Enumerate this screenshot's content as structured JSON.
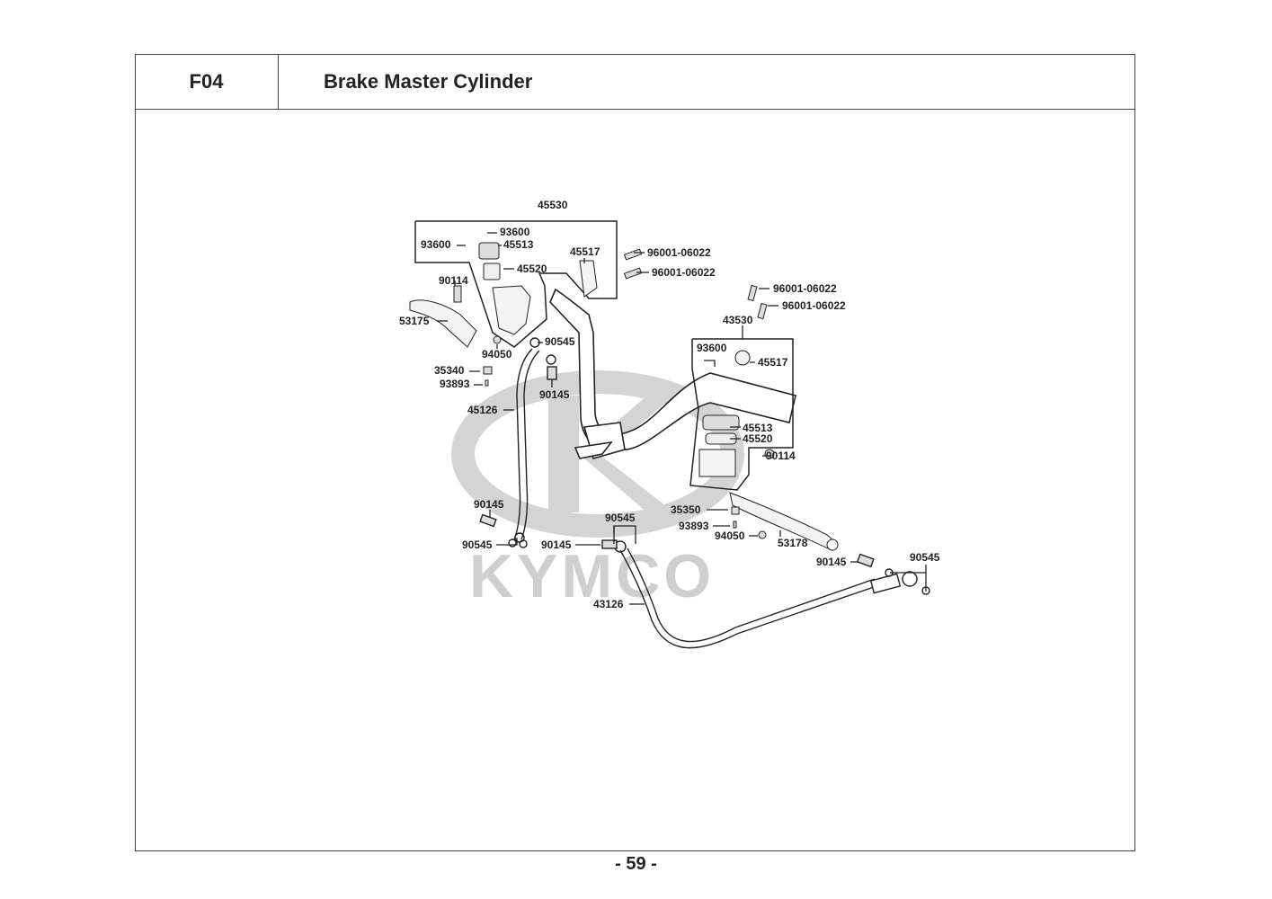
{
  "header": {
    "section_code": "F04",
    "title": "Brake Master Cylinder"
  },
  "watermark": {
    "brand": "KYMCO",
    "color": "#cfcfcf"
  },
  "footer": {
    "page_number": "- 59 -"
  },
  "assemblies": [
    {
      "id": "45530",
      "label": "45530",
      "side": "left",
      "components": [
        "93600",
        "93600",
        "45513",
        "45520",
        "45517"
      ]
    },
    {
      "id": "43530",
      "label": "43530",
      "side": "right",
      "components": [
        "93600",
        "45517",
        "45513",
        "45520",
        "90114"
      ]
    }
  ],
  "part_labels": [
    {
      "key": "l_45530",
      "text": "45530"
    },
    {
      "key": "l_93600a",
      "text": "93600"
    },
    {
      "key": "l_93600b",
      "text": "93600"
    },
    {
      "key": "l_45513a",
      "text": "45513"
    },
    {
      "key": "l_45520a",
      "text": "45520"
    },
    {
      "key": "l_45517a",
      "text": "45517"
    },
    {
      "key": "l_90114a",
      "text": "90114"
    },
    {
      "key": "l_53175",
      "text": "53175"
    },
    {
      "key": "l_94050a",
      "text": "94050"
    },
    {
      "key": "l_90545a",
      "text": "90545"
    },
    {
      "key": "l_35340",
      "text": "35340"
    },
    {
      "key": "l_93893a",
      "text": "93893"
    },
    {
      "key": "l_90145a",
      "text": "90145"
    },
    {
      "key": "l_45126",
      "text": "45126"
    },
    {
      "key": "l_96001a",
      "text": "96001-06022"
    },
    {
      "key": "l_96001b",
      "text": "96001-06022"
    },
    {
      "key": "l_96001c",
      "text": "96001-06022"
    },
    {
      "key": "l_96001d",
      "text": "96001-06022"
    },
    {
      "key": "l_43530",
      "text": "43530"
    },
    {
      "key": "l_93600c",
      "text": "93600"
    },
    {
      "key": "l_45517b",
      "text": "45517"
    },
    {
      "key": "l_45513b",
      "text": "45513"
    },
    {
      "key": "l_45520b",
      "text": "45520"
    },
    {
      "key": "l_90114b",
      "text": "90114"
    },
    {
      "key": "l_90145b",
      "text": "90145"
    },
    {
      "key": "l_90545b",
      "text": "90545"
    },
    {
      "key": "l_90545c",
      "text": "90545"
    },
    {
      "key": "l_90145c",
      "text": "90145"
    },
    {
      "key": "l_43126",
      "text": "43126"
    },
    {
      "key": "l_35350",
      "text": "35350"
    },
    {
      "key": "l_93893b",
      "text": "93893"
    },
    {
      "key": "l_94050b",
      "text": "94050"
    },
    {
      "key": "l_53178",
      "text": "53178"
    },
    {
      "key": "l_90145d",
      "text": "90145"
    },
    {
      "key": "l_90545d",
      "text": "90545"
    }
  ]
}
